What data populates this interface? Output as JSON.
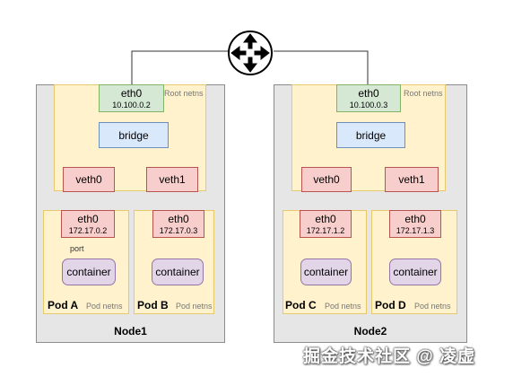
{
  "router": {
    "icon": "router-icon"
  },
  "nodes": [
    {
      "label": "Node1",
      "root_ns_label": "Root netns",
      "eth0": {
        "name": "eth0",
        "ip": "10.100.0.2"
      },
      "bridge": "bridge",
      "veths": [
        "veth0",
        "veth1"
      ],
      "port_label": "port",
      "pods": [
        {
          "name": "Pod A",
          "ns_label": "Pod netns",
          "eth_name": "eth0",
          "ip": "172.17.0.2",
          "container": "container"
        },
        {
          "name": "Pod B",
          "ns_label": "Pod netns",
          "eth_name": "eth0",
          "ip": "172.17.0.3",
          "container": "container"
        }
      ]
    },
    {
      "label": "Node2",
      "root_ns_label": "Root netns",
      "eth0": {
        "name": "eth0",
        "ip": "10.100.0.3"
      },
      "bridge": "bridge",
      "veths": [
        "veth0",
        "veth1"
      ],
      "pods": [
        {
          "name": "Pod C",
          "ns_label": "Pod netns",
          "eth_name": "eth0",
          "ip": "172.17.1.2",
          "container": "container"
        },
        {
          "name": "Pod D",
          "ns_label": "Pod netns",
          "eth_name": "eth0",
          "ip": "172.17.1.3",
          "container": "container"
        }
      ]
    }
  ],
  "watermark": "掘金技术社区 @ 凌虚"
}
